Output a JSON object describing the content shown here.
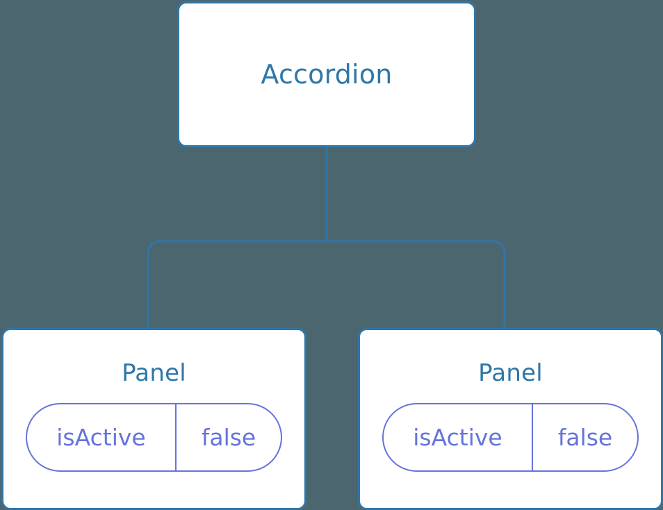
{
  "diagram": {
    "type": "component-tree",
    "background_color": "#4c6670",
    "node_border_color": "#2e77a8",
    "node_fill_color": "#ffffff",
    "title_text_color": "#2e77a8",
    "prop_accent_color": "#6673dc",
    "connector_color": "#2e77a8"
  },
  "root": {
    "label": "Accordion"
  },
  "children": [
    {
      "label": "Panel",
      "prop": {
        "key": "isActive",
        "value": "false"
      }
    },
    {
      "label": "Panel",
      "prop": {
        "key": "isActive",
        "value": "false"
      }
    }
  ]
}
